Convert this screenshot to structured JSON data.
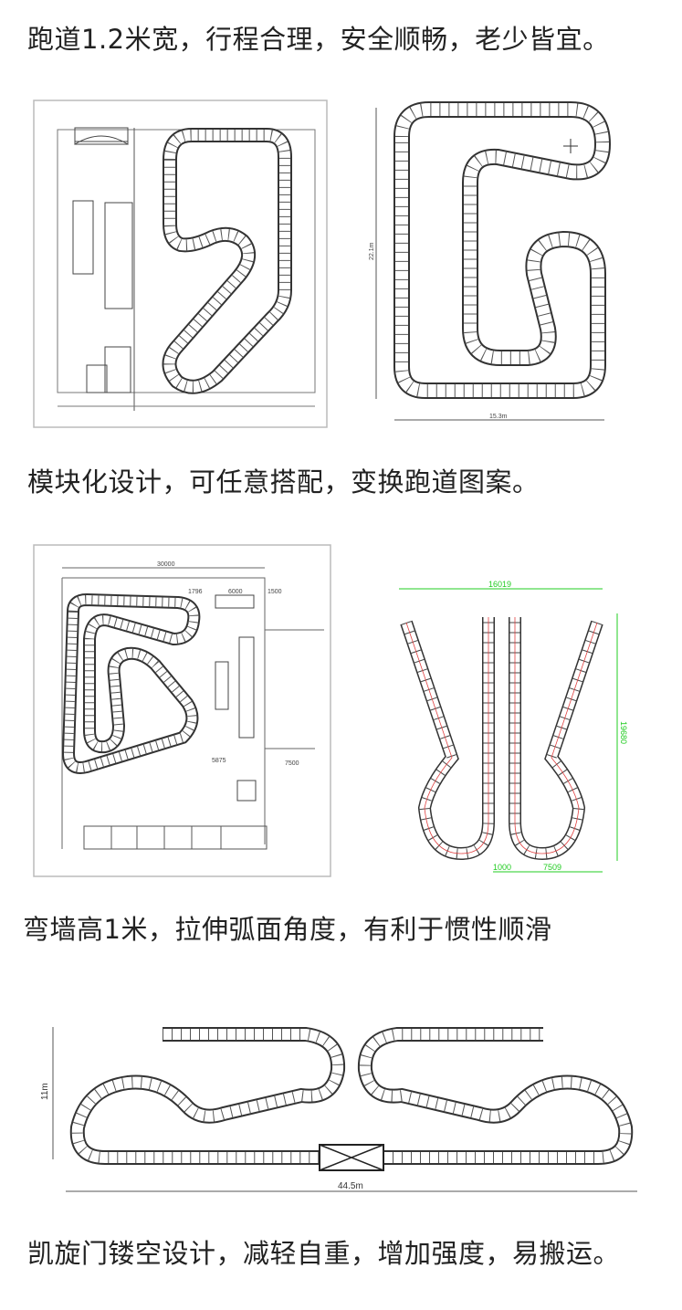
{
  "captions": [
    "跑道1.2米宽，行程合理，安全顺畅，老少皆宜。",
    "模块化设计，可任意搭配，变换跑道图案。",
    "弯墙高1米，拉伸弧面角度，有利于惯性顺滑",
    "凯旋门镂空设计，减轻自重，增加强度，易搬运。"
  ],
  "diagrams": {
    "plan1_right": {
      "height": "22.1m",
      "width": "15.3m"
    },
    "plan2_left": {
      "width": "30000",
      "d1": "1796",
      "d2": "6000",
      "d3": "1500",
      "d4": "7500",
      "d5": "5875"
    },
    "plan2_right": {
      "width": "16019",
      "height": "19680",
      "d1": "1000",
      "d2": "7509"
    },
    "plan3": {
      "height": "11m",
      "width": "44.5m"
    }
  },
  "colors": {
    "track": "#333333",
    "dimension_green": "#22cc22",
    "centerline_red": "#e04040"
  }
}
